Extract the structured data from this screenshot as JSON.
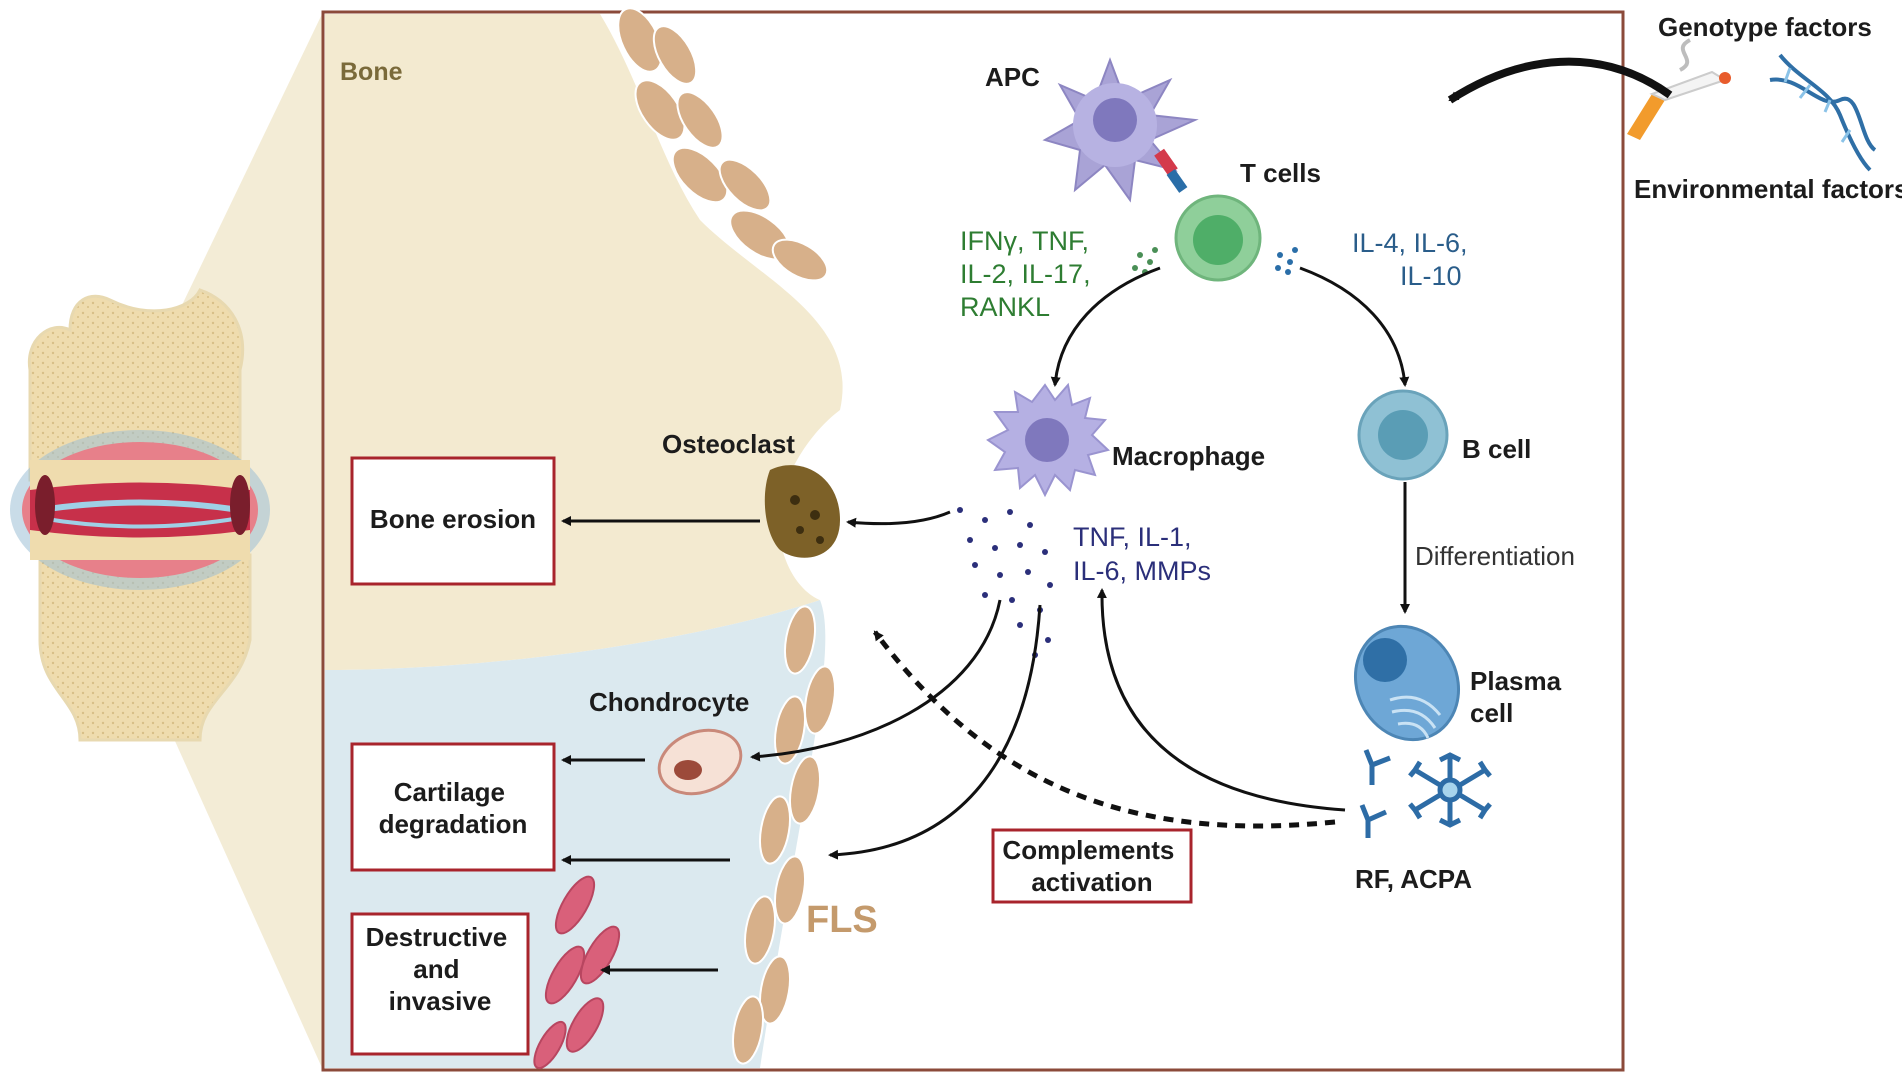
{
  "labels": {
    "bone": "Bone",
    "apc": "APC",
    "t_cells": "T cells",
    "th1_cytokines": [
      "IFNγ, TNF,",
      "IL-2, IL-17,",
      "RANKL"
    ],
    "th2_cytokines": [
      "IL-4, IL-6,",
      "IL-10"
    ],
    "macrophage": "Macrophage",
    "b_cell": "B cell",
    "osteoclast": "Osteoclast",
    "macrophage_cytokines": [
      "TNF, IL-1,",
      "IL-6, MMPs"
    ],
    "differentiation": "Differentiation",
    "plasma_cell": [
      "Plasma",
      "cell"
    ],
    "chondrocyte": "Chondrocyte",
    "rf_acpa": "RF, ACPA",
    "fls": "FLS",
    "genotype_factors": "Genotype factors",
    "environmental_factors": "Environmental factors"
  },
  "boxes": {
    "bone_erosion": [
      "Bone erosion"
    ],
    "cartilage_degradation": [
      "Cartilage",
      "degradation"
    ],
    "destructive_invasive": [
      "Destructive",
      "and",
      "invasive"
    ],
    "complements_activation": [
      "Complements",
      "activation"
    ]
  },
  "colors": {
    "frame": "#8b4a3a",
    "box_border": "#a8242c",
    "bone_fill": "#f3ead0",
    "cartilage_fill": "#dbe9ef",
    "fls_cells": "#d7b08a",
    "apc": "#a9a3d6",
    "t_cell": "#8fcf9a",
    "b_cell": "#8fc1d4",
    "macrophage": "#b5b0e3",
    "osteoclast": "#7d6128",
    "plasma_cell": "#6ea7d6",
    "fibroblasts": "#d9607a"
  }
}
